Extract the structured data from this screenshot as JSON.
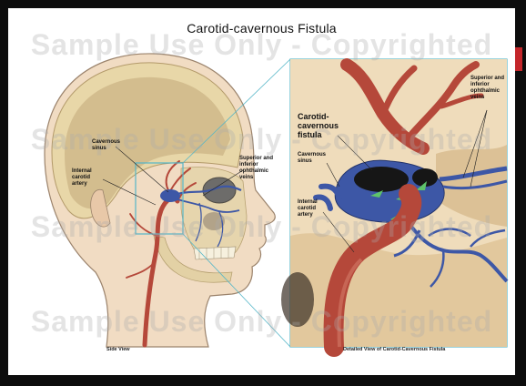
{
  "title": "Carotid-cavernous Fistula",
  "watermark": "Sample Use Only - Copyrighted",
  "left_panel": {
    "labels": {
      "cavernous_sinus": "Cavernous sinus",
      "internal_carotid_artery": "Internal carotid artery",
      "superior_inferior_ophthalmic_veins": "Superior and inferior ophthalmic veins"
    },
    "caption": "Side View"
  },
  "right_panel": {
    "labels": {
      "carotid_cavernous_fistula": "Carotid-cavernous fistula",
      "cavernous_sinus": "Cavernous sinus",
      "internal_carotid_artery": "Internal carotid artery",
      "superior_inferior_ophthalmic_veins": "Superior and inferior ophthalmic veins"
    },
    "caption": "Detailed View of Carotid-Cavernous Fistula"
  },
  "colors": {
    "artery": "#b5483a",
    "vein": "#3d57a6",
    "frame_border": "#55b6c8",
    "accent_bar": "#c3262a"
  }
}
